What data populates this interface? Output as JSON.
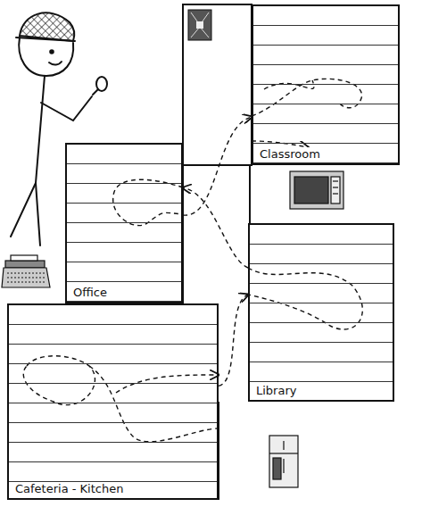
{
  "diagram": {
    "nodes": [
      {
        "text": [
          "Classroom"
        ]
      },
      {
        "text": [
          "Office"
        ]
      },
      {
        "text": [
          "Library"
        ]
      },
      {
        "text": [
          "Cafeteria - Kitchen"
        ]
      }
    ],
    "edges": [
      {
        "from": 3,
        "to": 2,
        "arrow": "to"
      },
      {
        "from": 2,
        "to": 1,
        "arrow": "to"
      },
      {
        "from": 1,
        "to": 0,
        "arrow": "to"
      }
    ]
  }
}
